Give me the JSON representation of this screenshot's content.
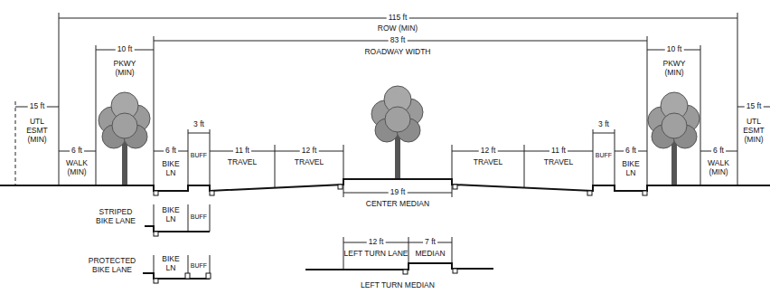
{
  "diagram": {
    "labels": [
      "115 ft",
      "ROW (MIN)",
      "10 ft",
      "PKWY (MIN)",
      "83 ft",
      "ROADWAY WIDTH",
      "10 ft",
      "PKWY (MIN)",
      "15 ft",
      "UTL ESMT (MIN)",
      "15 ft",
      "UTL ESMT (MIN)",
      "3 ft",
      "3 ft",
      "6 ft",
      "WALK (MIN)",
      "6 ft",
      "BIKE LN",
      "BUFF",
      "11 ft",
      "TRAVEL",
      "12 ft",
      "TRAVEL",
      "12 ft",
      "TRAVEL",
      "11 ft",
      "TRAVEL",
      "BUFF",
      "6 ft",
      "BIKE LN",
      "6 ft",
      "WALK (MIN)",
      "19 ft",
      "CENTER MEDIAN",
      "STRIPED BIKE LANE",
      "BIKE LN",
      "BUFF",
      "PROTECTED BIKE LANE",
      "BIKE LN",
      "BUFF",
      "12 ft",
      "7 ft",
      "LEFT TURN LANE",
      "MEDIAN",
      "LEFT TURN MEDIAN"
    ]
  }
}
